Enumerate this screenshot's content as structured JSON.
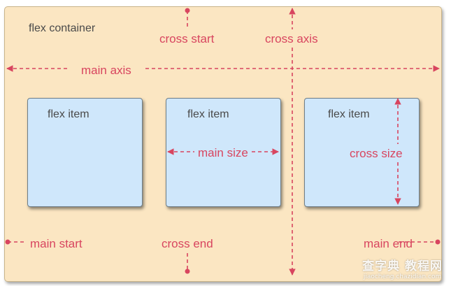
{
  "container": {
    "label": "flex container"
  },
  "axes": {
    "main_axis": "main axis",
    "cross_axis": "cross axis",
    "main_start": "main start",
    "main_end": "main end",
    "cross_start": "cross start",
    "cross_end": "cross end"
  },
  "items": [
    {
      "label": "flex item"
    },
    {
      "label": "flex item"
    },
    {
      "label": "flex item"
    }
  ],
  "dimensions": {
    "main_size": "main size",
    "cross_size": "cross size"
  },
  "watermark": {
    "line1": "查字典 教程网",
    "line2": "jiaocheng.chazidian.com"
  },
  "colors": {
    "container_bg": "#fbe6c2",
    "item_bg": "#cfe7fb",
    "accent": "#d8455f",
    "text": "#4a4a4a"
  }
}
